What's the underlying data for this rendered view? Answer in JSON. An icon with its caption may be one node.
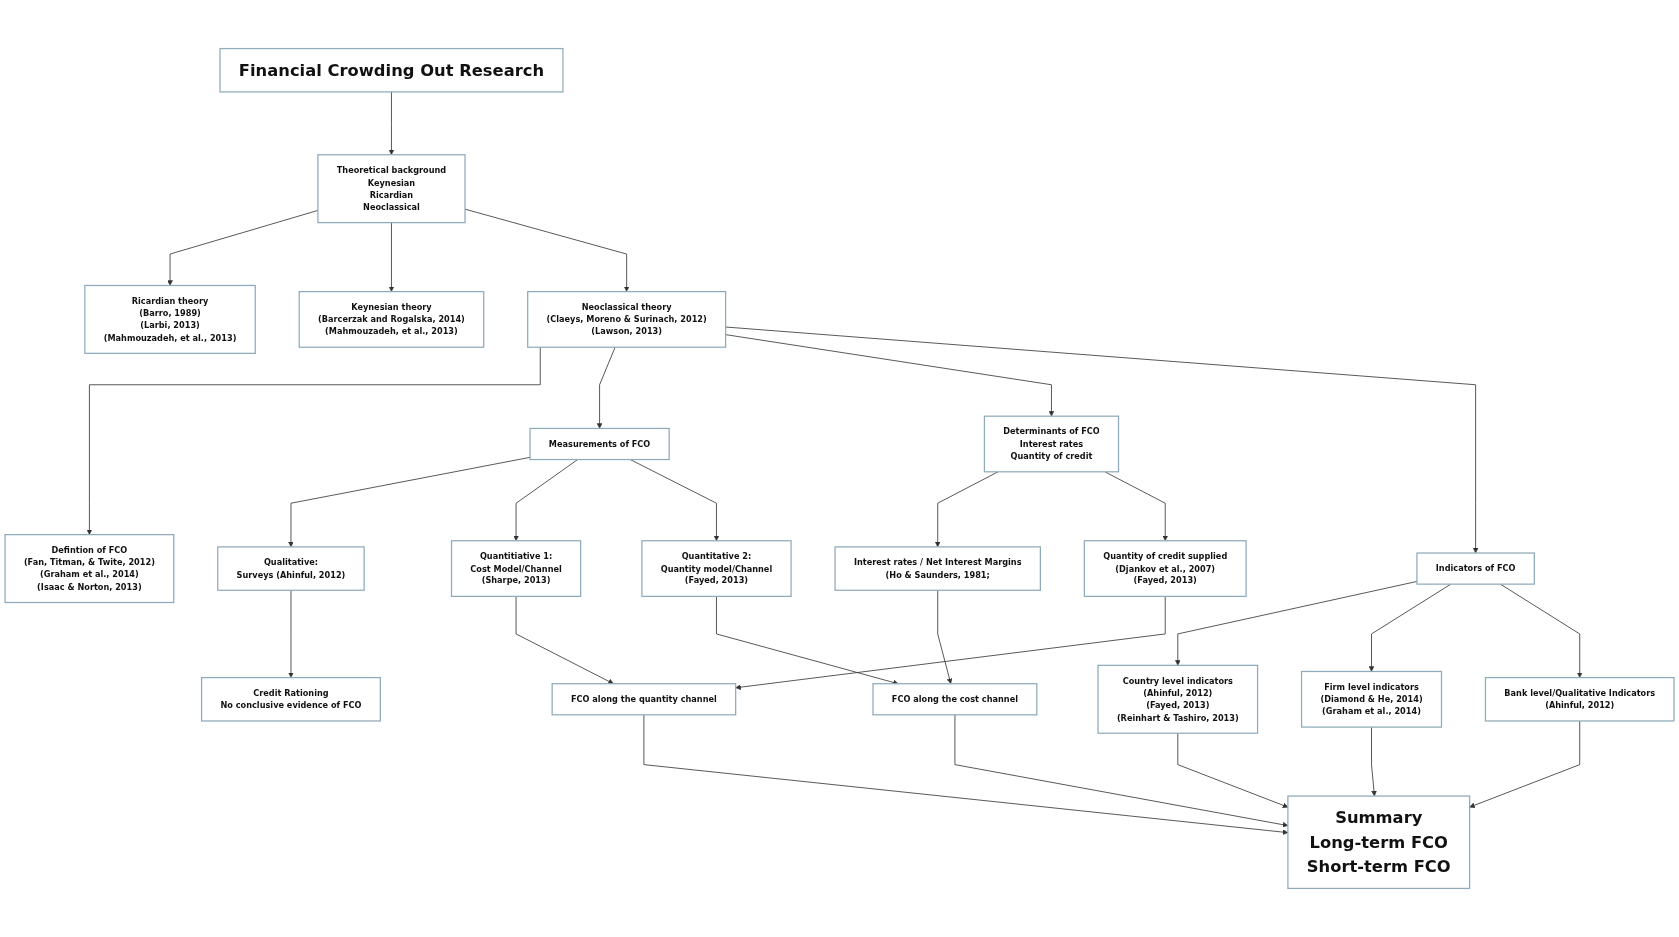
{
  "diagram": {
    "nodes": [
      {
        "text": [
          "Financial Crowding Out Research"
        ]
      },
      {
        "text": [
          "Theoretical background",
          "Keynesian",
          "Ricardian",
          "Neoclassical"
        ]
      },
      {
        "text": [
          "Ricardian theory",
          "(Barro, 1989)",
          "(Larbi, 2013)",
          "(Mahmouzadeh, et al., 2013)"
        ]
      },
      {
        "text": [
          "Keynesian theory",
          "(Barcerzak and Rogalska, 2014)",
          "(Mahmouzadeh, et al., 2013)"
        ]
      },
      {
        "text": [
          "Neoclassical theory",
          "(Claeys, Moreno & Surinach, 2012)",
          "(Lawson, 2013)"
        ]
      },
      {
        "text": [
          "Defintion of FCO",
          "(Fan, Titman, & Twite, 2012)",
          "(Graham et al., 2014)",
          "(Isaac & Norton, 2013)"
        ]
      },
      {
        "text": [
          "Measurements of FCO"
        ]
      },
      {
        "text": [
          "Determinants of FCO",
          "Interest rates",
          "Quantity of credit"
        ]
      },
      {
        "text": [
          "Indicators of FCO"
        ]
      },
      {
        "text": [
          "Qualitative:",
          "Surveys (Ahinful, 2012)"
        ]
      },
      {
        "text": [
          "Quantitiative 1:",
          "Cost Model/Channel",
          "(Sharpe, 2013)"
        ]
      },
      {
        "text": [
          "Quantitative 2:",
          "Quantity model/Channel",
          "(Fayed, 2013)"
        ]
      },
      {
        "text": [
          "Interest rates / Net Interest Margins",
          "(Ho & Saunders, 1981;"
        ]
      },
      {
        "text": [
          "Quantity of credit supplied",
          "(Djankov et al., 2007)",
          "(Fayed, 2013)"
        ]
      },
      {
        "text": [
          "Country level indicators",
          "(Ahinful, 2012)",
          "(Fayed, 2013)",
          "(Reinhart & Tashiro, 2013)"
        ]
      },
      {
        "text": [
          "Firm level indicators",
          "(Diamond & He, 2014)",
          "(Graham et al., 2014)"
        ]
      },
      {
        "text": [
          "Bank level/Qualitative Indicators",
          "(Ahinful, 2012)"
        ]
      },
      {
        "text": [
          "Credit Rationing",
          "No conclusive evidence of FCO"
        ]
      },
      {
        "text": [
          "FCO along the quantity channel"
        ]
      },
      {
        "text": [
          "FCO along the cost channel"
        ]
      },
      {
        "text": [
          "Summary",
          "Long-term FCO",
          "Short-term FCO"
        ]
      }
    ],
    "edges": [
      {
        "from": 0,
        "to": 1,
        "arrow": "to"
      },
      {
        "from": 1,
        "to": 2,
        "arrow": "to"
      },
      {
        "from": 1,
        "to": 3,
        "arrow": "to"
      },
      {
        "from": 1,
        "to": 4,
        "arrow": "to"
      },
      {
        "from": 4,
        "to": 5,
        "arrow": "to"
      },
      {
        "from": 4,
        "to": 6,
        "arrow": "to"
      },
      {
        "from": 4,
        "to": 7,
        "arrow": "to"
      },
      {
        "from": 4,
        "to": 8,
        "arrow": "to"
      },
      {
        "from": 6,
        "to": 9,
        "arrow": "to"
      },
      {
        "from": 6,
        "to": 10,
        "arrow": "to"
      },
      {
        "from": 6,
        "to": 11,
        "arrow": "to"
      },
      {
        "from": 7,
        "to": 12,
        "arrow": "to"
      },
      {
        "from": 7,
        "to": 13,
        "arrow": "to"
      },
      {
        "from": 8,
        "to": 14,
        "arrow": "to"
      },
      {
        "from": 8,
        "to": 15,
        "arrow": "to"
      },
      {
        "from": 8,
        "to": 16,
        "arrow": "to"
      },
      {
        "from": 9,
        "to": 17,
        "arrow": "to"
      },
      {
        "from": 10,
        "to": 18,
        "arrow": "to"
      },
      {
        "from": 11,
        "to": 19,
        "arrow": "to"
      },
      {
        "from": 13,
        "to": 18,
        "arrow": "to"
      },
      {
        "from": 12,
        "to": 19,
        "arrow": "to"
      },
      {
        "from": 18,
        "to": 20,
        "arrow": "to"
      },
      {
        "from": 19,
        "to": 20,
        "arrow": "to"
      },
      {
        "from": 14,
        "to": 20,
        "arrow": "to"
      },
      {
        "from": 15,
        "to": 20,
        "arrow": "to"
      },
      {
        "from": 16,
        "to": 20,
        "arrow": "to"
      }
    ]
  }
}
